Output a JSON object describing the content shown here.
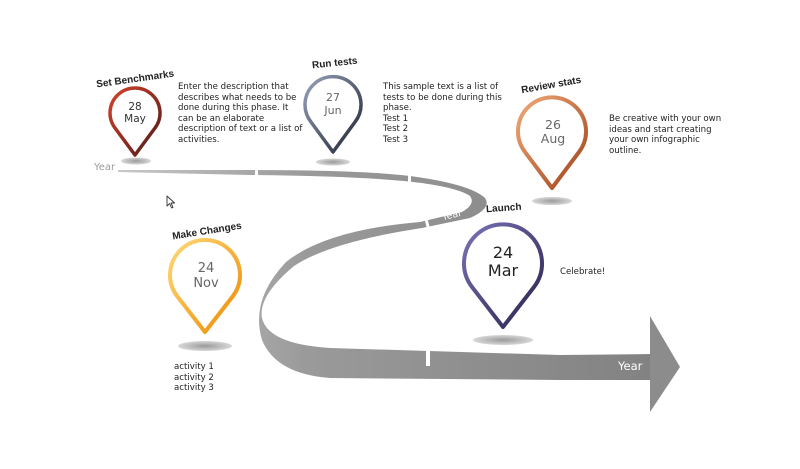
{
  "milestones": [
    {
      "title": "Set Benchmarks",
      "day": "28",
      "month": "May",
      "description": "Enter the description that\ndescribes what needs to be\ndone during this phase. It\ncan be an elaborate\ndescription of text or a list of\nactivities.",
      "color_start": "#c0392b",
      "color_end": "#5a1e1e"
    },
    {
      "title": "Run tests",
      "day": "27",
      "month": "Jun",
      "description": "This sample text is a list of\ntests to be done during this\nphase.\nTest 1\nTest 2\nTest 3",
      "color_start": "#8f9bb3",
      "color_end": "#23283a"
    },
    {
      "title": "Review  stats",
      "day": "26",
      "month": "Aug",
      "description": "Be creative with your own\nideas and start creating\nyour own infographic\noutline.",
      "color_start": "#e9a06a",
      "color_end": "#a9481c"
    },
    {
      "title": "Make Changes",
      "day": "24",
      "month": "Nov",
      "description": "activity 1\nactivity 2\nactivity 3",
      "color_start": "#ffd36b",
      "color_end": "#f08c00"
    },
    {
      "title": "Launch",
      "day": "24",
      "month": "Mar",
      "description": "Celebrate!",
      "color_start": "#6a63a8",
      "color_end": "#2f2a55"
    }
  ],
  "years": [
    {
      "label": "Year"
    },
    {
      "label": "Year"
    },
    {
      "label": "Year"
    }
  ],
  "colors": {
    "road": "#8a8a8a",
    "road_light": "#b5b5b5",
    "year_faded": "#9a9a9a"
  },
  "icons": {
    "cursor": "mouse-pointer-icon"
  }
}
